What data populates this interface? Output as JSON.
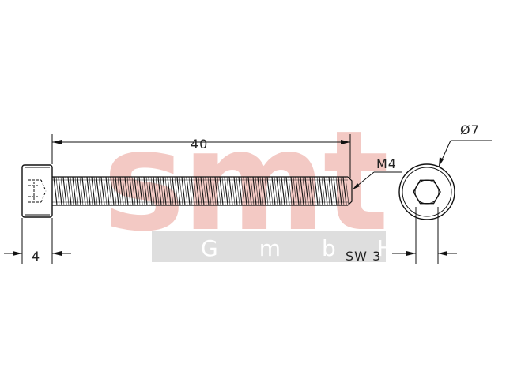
{
  "watermark": {
    "logo_text": "smt",
    "company_text": "GmbH",
    "logo_color": "#f3c9c4",
    "band_color": "#dedede"
  },
  "dimensions": {
    "length": "40",
    "thread": "M4",
    "head_diameter": "Ø7",
    "head_height": "4",
    "socket_size": "SW 3"
  },
  "colors": {
    "line": "#111111"
  }
}
